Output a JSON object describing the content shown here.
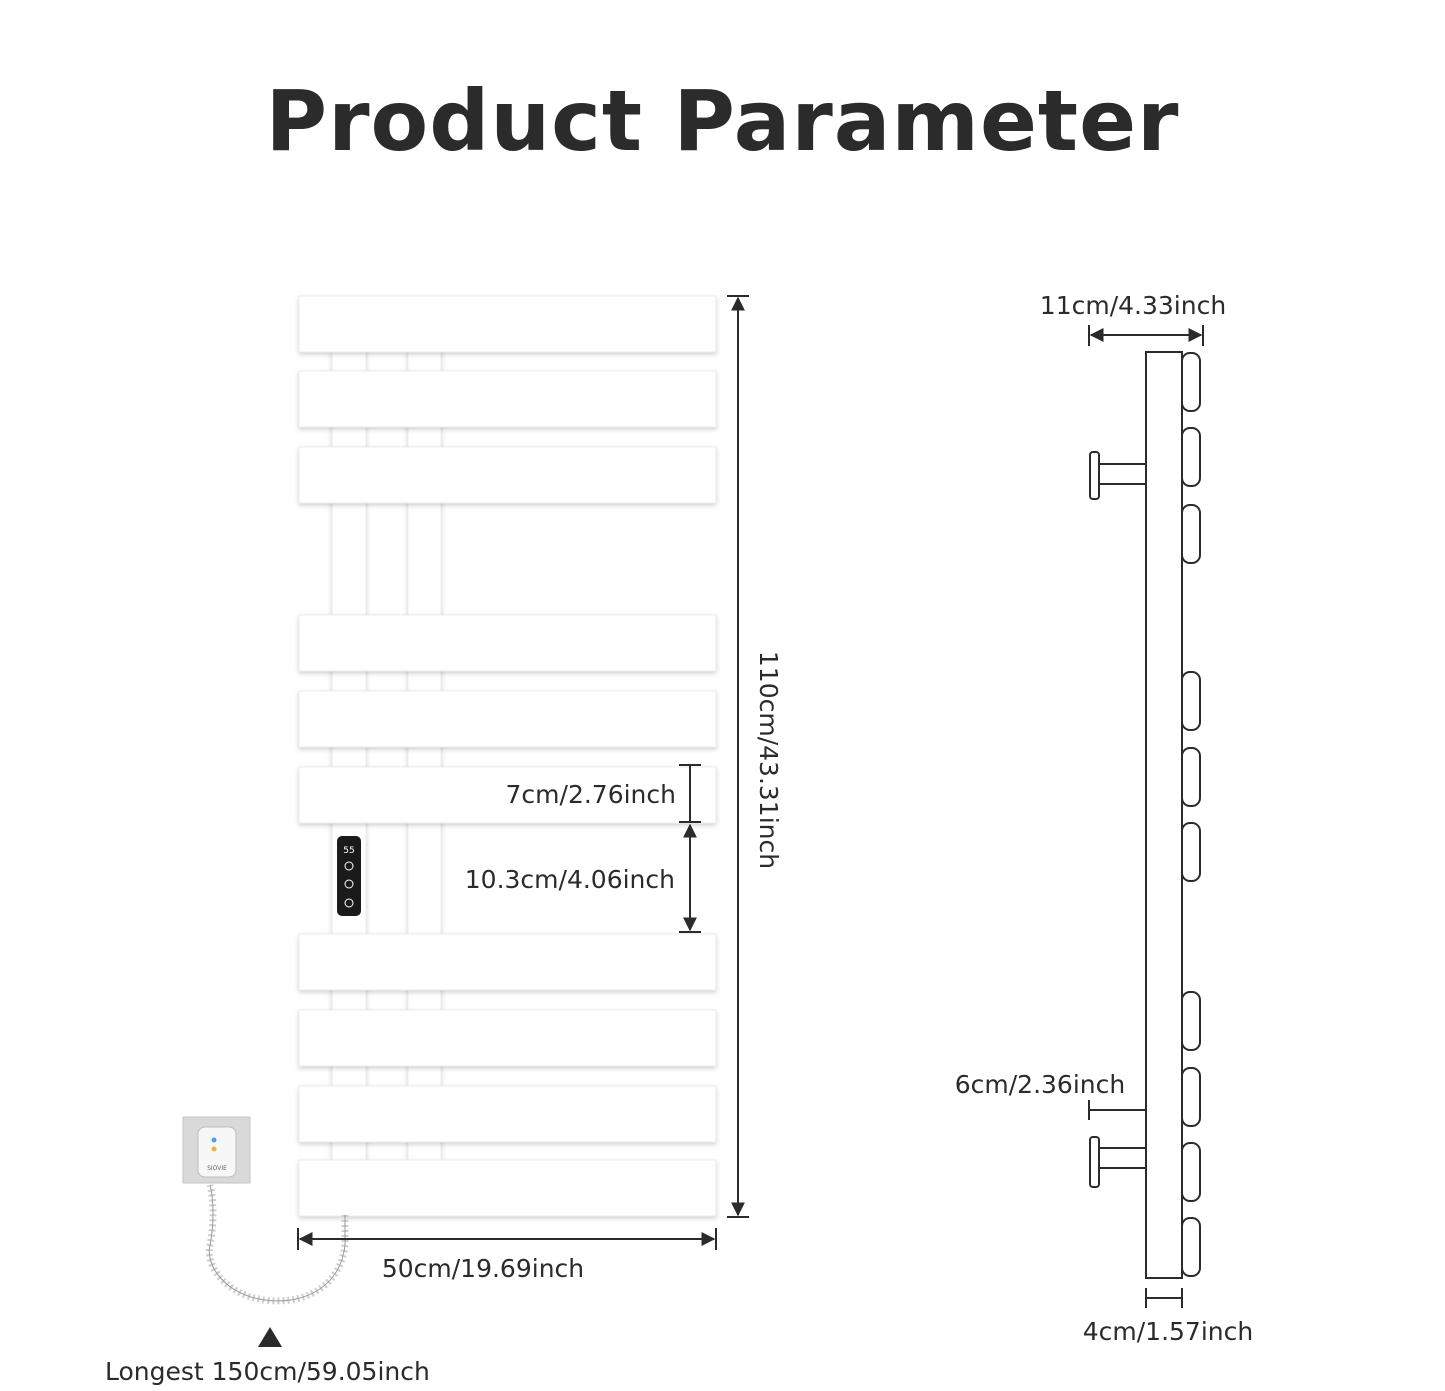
{
  "title": "Product Parameter",
  "dimensions": {
    "height": "110cm/43.31inch",
    "width": "50cm/19.69inch",
    "bar_height": "7cm/2.76inch",
    "gap": "10.3cm/4.06inch",
    "depth_total": "11cm/4.33inch",
    "standoff": "6cm/2.36inch",
    "frame_depth": "4cm/1.57inch",
    "cable": "Longest 150cm/59.05inch"
  },
  "colors": {
    "ink": "#2b2b2b",
    "rail": "#ffffff",
    "rail_shadow": "#e6e6e6",
    "controller": "#1a1a1a"
  },
  "controller": {
    "display": "55"
  },
  "plug": {
    "brand": "SIOVIE"
  }
}
